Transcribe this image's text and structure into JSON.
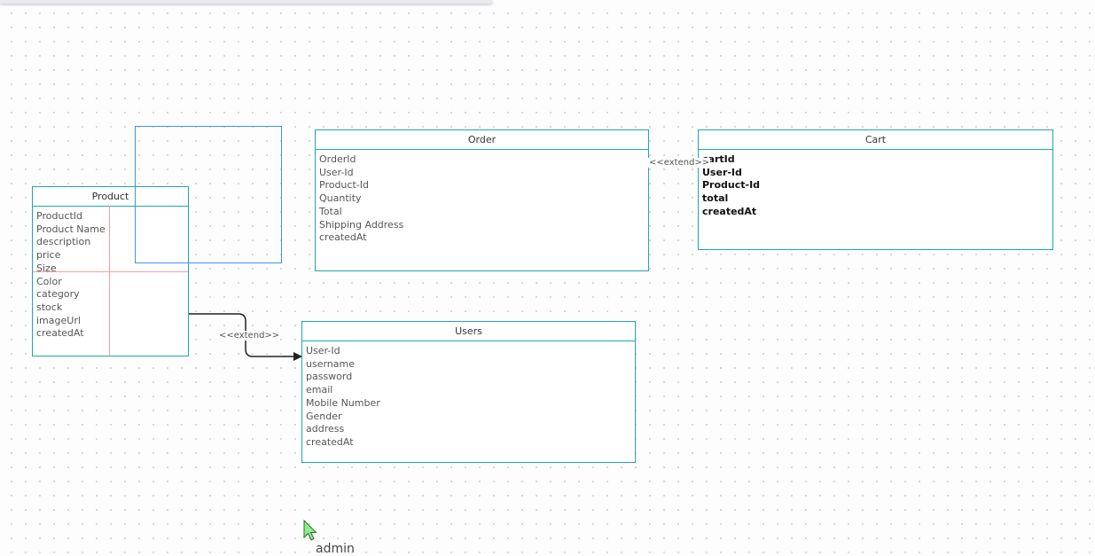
{
  "canvas": {
    "cursor_user": "admin"
  },
  "tables": {
    "product": {
      "title": "Product",
      "fields": [
        "ProductId",
        "Product Name",
        "description",
        "price",
        "Size",
        "Color",
        "category",
        "stock",
        "imageUrl",
        "createdAt"
      ]
    },
    "order": {
      "title": "Order",
      "fields": [
        "OrderId",
        "User-Id",
        "Product-Id",
        "Quantity",
        "Total",
        "Shipping Address",
        "createdAt"
      ]
    },
    "cart": {
      "title": "Cart",
      "fields": [
        "cartId",
        "User-Id",
        "Product-Id",
        "total",
        "createdAt"
      ]
    },
    "users": {
      "title": "Users",
      "fields": [
        "User-Id",
        "username",
        "password",
        "email",
        "Mobile Number",
        "Gender",
        "address",
        "createdAt"
      ]
    }
  },
  "relations": {
    "order_cart_label": "<<extend>>",
    "product_users_label": "<<extend>>"
  },
  "colors": {
    "entity_border": "#1fa8a8",
    "selection": "#3d95e2",
    "guide": "#f2a0a0",
    "cursor": "#8ef08a"
  },
  "icons": {
    "cursor": "mouse-pointer-icon"
  }
}
